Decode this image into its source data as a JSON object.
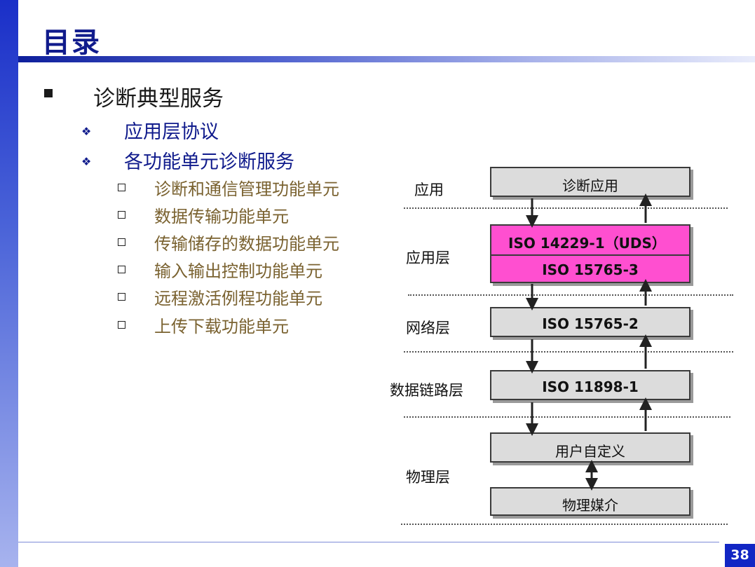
{
  "slide": {
    "title": "目录",
    "page_number": "38"
  },
  "outline": {
    "level1": "诊断典型服务",
    "level2": [
      "应用层协议",
      "各功能单元诊断服务"
    ],
    "level3": [
      "诊断和通信管理功能单元",
      "数据传输功能单元",
      "传输储存的数据功能单元",
      "输入输出控制功能单元",
      "远程激活例程功能单元",
      "上传下载功能单元"
    ],
    "level2_marker": "❖",
    "colors": {
      "level1": "#1a1a1a",
      "level2": "#101b8c",
      "level3": "#7a6230"
    }
  },
  "diagram": {
    "layers": {
      "application": "应用",
      "application_layer": "应用层",
      "network_layer": "网络层",
      "data_link_layer": "数据链路层",
      "physical_layer": "物理层"
    },
    "boxes": {
      "diagnostic_app": "诊断应用",
      "uds": "ISO 14229-1（UDS）",
      "iso15765_3": "ISO 15765-3",
      "iso15765_2": "ISO 15765-2",
      "iso11898_1": "ISO 11898-1",
      "user_defined": "用户自定义",
      "physical_medium": "物理媒介"
    },
    "colors": {
      "box_fill": "#dcdcdc",
      "highlight_fill": "#ff4fd0",
      "arrow": "#222222"
    }
  }
}
